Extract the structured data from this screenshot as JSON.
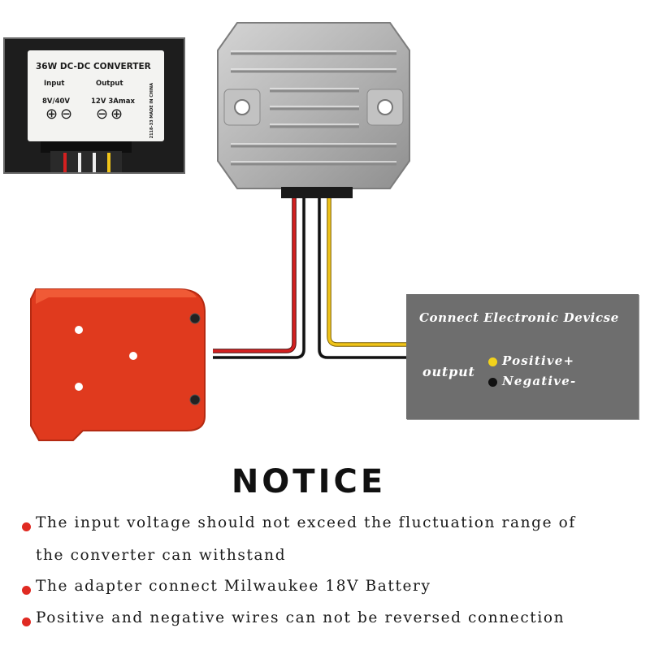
{
  "converter_label": {
    "title": "36W DC-DC CONVERTER",
    "input_heading": "Input",
    "output_heading": "Output",
    "input_range": "8V/40V",
    "output_rating": "12V  3Amax",
    "side_text": "2118-33 MADE IN CHINA",
    "plus_symbol": "⊕",
    "minus_symbol": "⊖"
  },
  "device_panel": {
    "title": "Connect Electronic Devicse",
    "output_label": "output",
    "positive_label": "Positive+",
    "negative_label": "Negative-",
    "positive_color": "#f2d21b",
    "negative_color": "#111111"
  },
  "notice": {
    "heading": "NOTICE",
    "bullet_color": "#e02a22",
    "lines": [
      "The input voltage should not exceed the fluctuation range of",
      "the converter can withstand",
      "The adapter connect Milwaukee 18V Battery",
      "Positive and negative wires can not be reversed connection"
    ]
  },
  "colors": {
    "adapter_red": "#e03a1e",
    "converter_silver": "#b9b9b9",
    "wire_red": "#d42020",
    "wire_yellow": "#f0c419",
    "wire_black": "#111111"
  }
}
